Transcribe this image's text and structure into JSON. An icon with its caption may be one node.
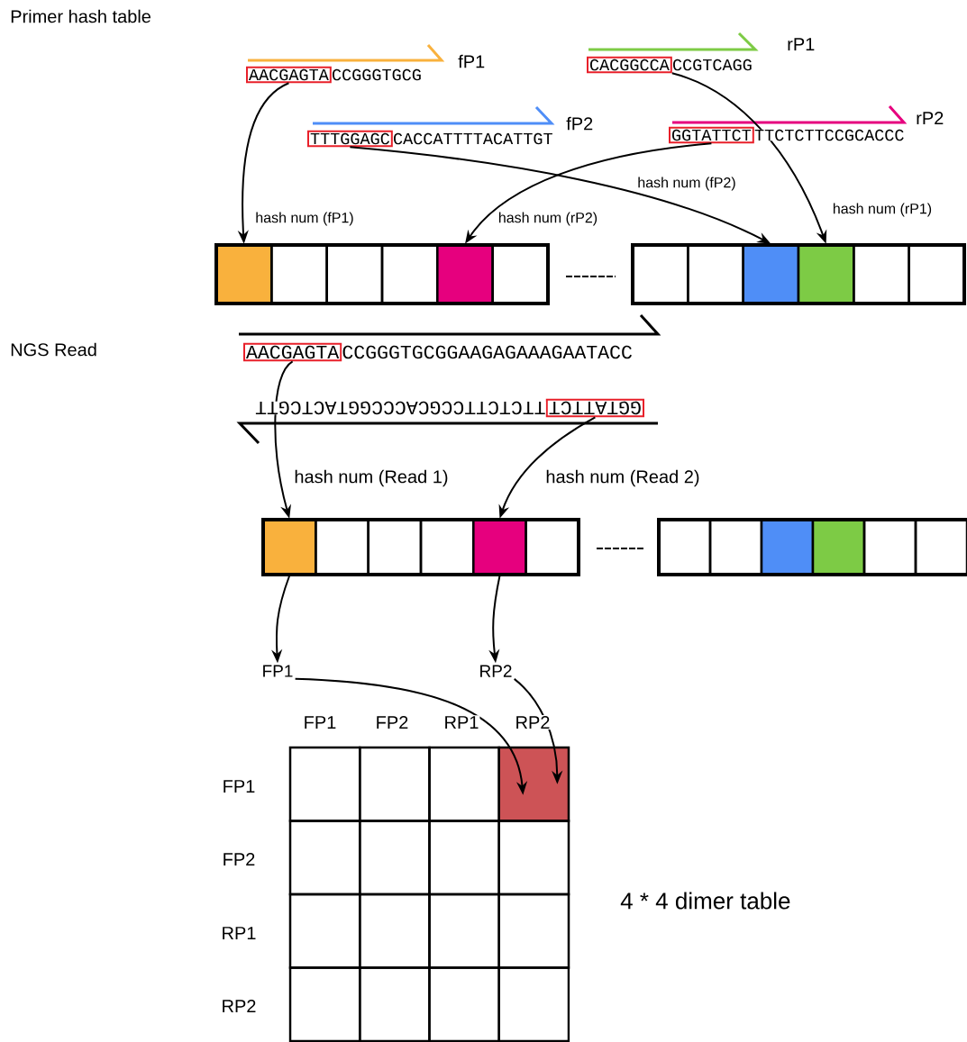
{
  "diagram": {
    "nodes": [
      {
        "text": [
          "AACGAGTA"
        ],
        "beside": [
          "CCGGGTGCG"
        ]
      },
      {
        "text": [
          "CACGGCCA"
        ],
        "beside": [
          "CCGTCAGG"
        ]
      },
      {
        "text": [
          "TTTGGAGC"
        ],
        "beside": [
          "CACCATTTTACATTGT"
        ]
      },
      {
        "text": [
          "GGTATTCT"
        ],
        "beside": [
          "TTCTCTTCCGCACCC"
        ]
      },
      {
        "text": [],
        "shape": "box"
      },
      {
        "text": [],
        "shape": "box"
      },
      {
        "text": [],
        "shape": "box"
      },
      {
        "text": [],
        "shape": "box"
      },
      {
        "text": [],
        "shape": "box"
      },
      {
        "text": [],
        "shape": "box"
      },
      {
        "text": [],
        "shape": "box"
      },
      {
        "text": [],
        "shape": "box"
      },
      {
        "text": [],
        "shape": "box"
      },
      {
        "text": [],
        "shape": "box"
      },
      {
        "text": [],
        "shape": "box"
      },
      {
        "text": [],
        "shape": "box"
      },
      {
        "text": [
          "AACGAGTA"
        ],
        "beside": [
          "CCGGGTGCGGAAGAGAAAGAATACC"
        ]
      },
      {
        "text": [
          "GGTATTCT"
        ],
        "beside": [
          "TTCTCTTCCGCACCCGGTACTCGTT"
        ]
      },
      {
        "text": [],
        "shape": "box"
      },
      {
        "text": [],
        "shape": "box"
      },
      {
        "text": [],
        "shape": "box"
      },
      {
        "text": [],
        "shape": "box"
      },
      {
        "text": [],
        "shape": "box"
      },
      {
        "text": [],
        "shape": "box"
      },
      {
        "text": [],
        "shape": "box"
      },
      {
        "text": [],
        "shape": "box"
      },
      {
        "text": [],
        "shape": "box"
      },
      {
        "text": [],
        "shape": "box"
      },
      {
        "text": [],
        "shape": "box"
      },
      {
        "text": [],
        "shape": "box"
      },
      {
        "text": [
          "FP1"
        ]
      },
      {
        "text": [
          "RP2"
        ]
      },
      {
        "text": [],
        "shape": "box"
      },
      {
        "text": [],
        "shape": "box"
      },
      {
        "text": [],
        "shape": "box"
      },
      {
        "text": [],
        "shape": "box"
      },
      {
        "text": [],
        "shape": "box"
      },
      {
        "text": [],
        "shape": "box"
      },
      {
        "text": [],
        "shape": "box"
      },
      {
        "text": [],
        "shape": "box"
      },
      {
        "text": [],
        "shape": "box"
      },
      {
        "text": [],
        "shape": "box"
      },
      {
        "text": [],
        "shape": "box"
      },
      {
        "text": [],
        "shape": "box"
      },
      {
        "text": [],
        "shape": "box"
      },
      {
        "text": [],
        "shape": "box"
      },
      {
        "text": [],
        "shape": "box"
      },
      {
        "text": [],
        "shape": "box"
      }
    ],
    "edges": [
      {
        "from": 0,
        "to": 4,
        "arrow": "to",
        "label": "hash num (fP1)"
      },
      {
        "from": 2,
        "to": 12,
        "arrow": "to",
        "label": "hash num (fP2)"
      },
      {
        "from": 3,
        "to": 8,
        "arrow": "to",
        "label": "hash num (rP2)"
      },
      {
        "from": 1,
        "to": 13,
        "arrow": "to",
        "label": "hash num (rP1)"
      },
      {
        "from": 16,
        "to": 18,
        "arrow": "to",
        "label": "hash num (Read 1)"
      },
      {
        "from": 17,
        "to": 22,
        "arrow": "to",
        "label": "hash num (Read 2)"
      },
      {
        "from": 18,
        "to": 30,
        "arrow": "to"
      },
      {
        "from": 22,
        "to": 31,
        "arrow": "to"
      },
      {
        "from": 30,
        "to": 35,
        "arrow": "to"
      },
      {
        "from": 31,
        "to": 35,
        "arrow": "to"
      }
    ],
    "labels": [
      "Primer hash table",
      "fP1",
      "rP1",
      "fP2",
      "rP2",
      "NGS Read",
      "FP1",
      "FP2",
      "RP1",
      "RP2",
      "FP1",
      "FP2",
      "RP1",
      "RP2",
      "4 * 4 dimer table"
    ]
  }
}
